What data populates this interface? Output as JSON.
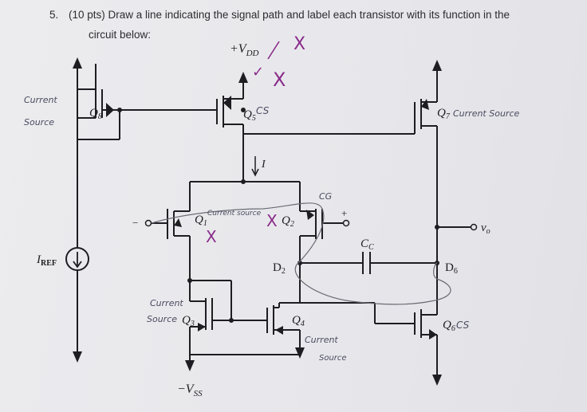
{
  "question": {
    "number": "5.",
    "line1": "(10 pts) Draw a line indicating the signal path and label each transistor with its function in the",
    "line2": "circuit below:"
  },
  "circuit": {
    "supply_top": "+V",
    "supply_top_sub": "DD",
    "supply_bottom": "−V",
    "supply_bottom_sub": "SS",
    "iref": "I",
    "iref_sub": "REF",
    "current_label": "I",
    "q8": "Q",
    "q8_sub": "8",
    "q5": "Q",
    "q5_sub": "5",
    "q7": "Q",
    "q7_sub": "7",
    "q1": "Q",
    "q1_sub": "1",
    "q2": "Q",
    "q2_sub": "2",
    "q3": "Q",
    "q3_sub": "3",
    "q4": "Q",
    "q4_sub": "4",
    "q6": "Q",
    "q6_sub": "6",
    "d2": "D",
    "d2_sub": "2",
    "d6": "D",
    "d6_sub": "6",
    "cc": "C",
    "cc_sub": "C",
    "vo": "v",
    "vo_sub": "o",
    "plus": "+",
    "minus": "−"
  },
  "annotations": {
    "current_source_q8_line1": "Current",
    "current_source_q8_line2": "Source",
    "q5_label": "CS",
    "q7_label": "Current Source",
    "q1q2_label": "Current source",
    "q2_label": "CG",
    "q3_line1": "Current",
    "q3_line2": "Source",
    "q4_line1": "Current",
    "q4_line2": "Source",
    "q6_label": "CS",
    "x_mark": "X",
    "check_mark": "✓"
  },
  "colors": {
    "ink": "#1e1e22",
    "pencil": "#5a5a64",
    "purple_pen": "#8a2c8a"
  }
}
